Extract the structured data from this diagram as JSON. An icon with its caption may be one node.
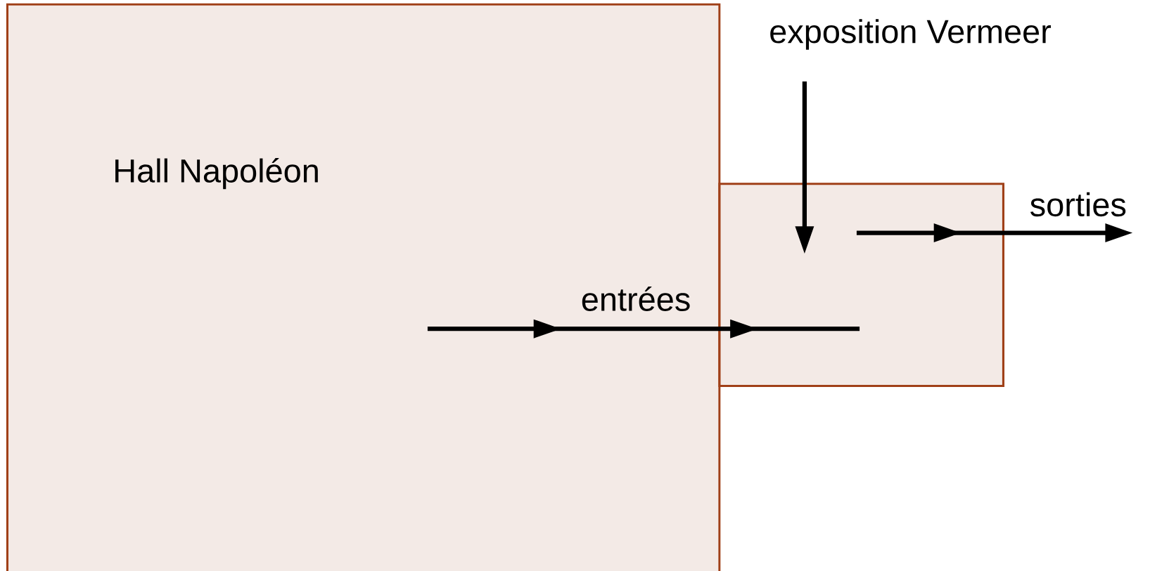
{
  "diagram": {
    "nodes": [
      {
        "text": [
          "Hall Napoléon"
        ]
      },
      {
        "text": [],
        "shape": "box"
      },
      {
        "text": [
          "exposition Vermeer"
        ]
      }
    ],
    "edges": [
      {
        "from": 0,
        "to": 1,
        "arrow": "to",
        "label": "entrées"
      },
      {
        "from": 2,
        "to": 1,
        "arrow": "to"
      },
      {
        "from": 1,
        "to": null,
        "arrow": "to",
        "label": "sorties"
      }
    ]
  }
}
